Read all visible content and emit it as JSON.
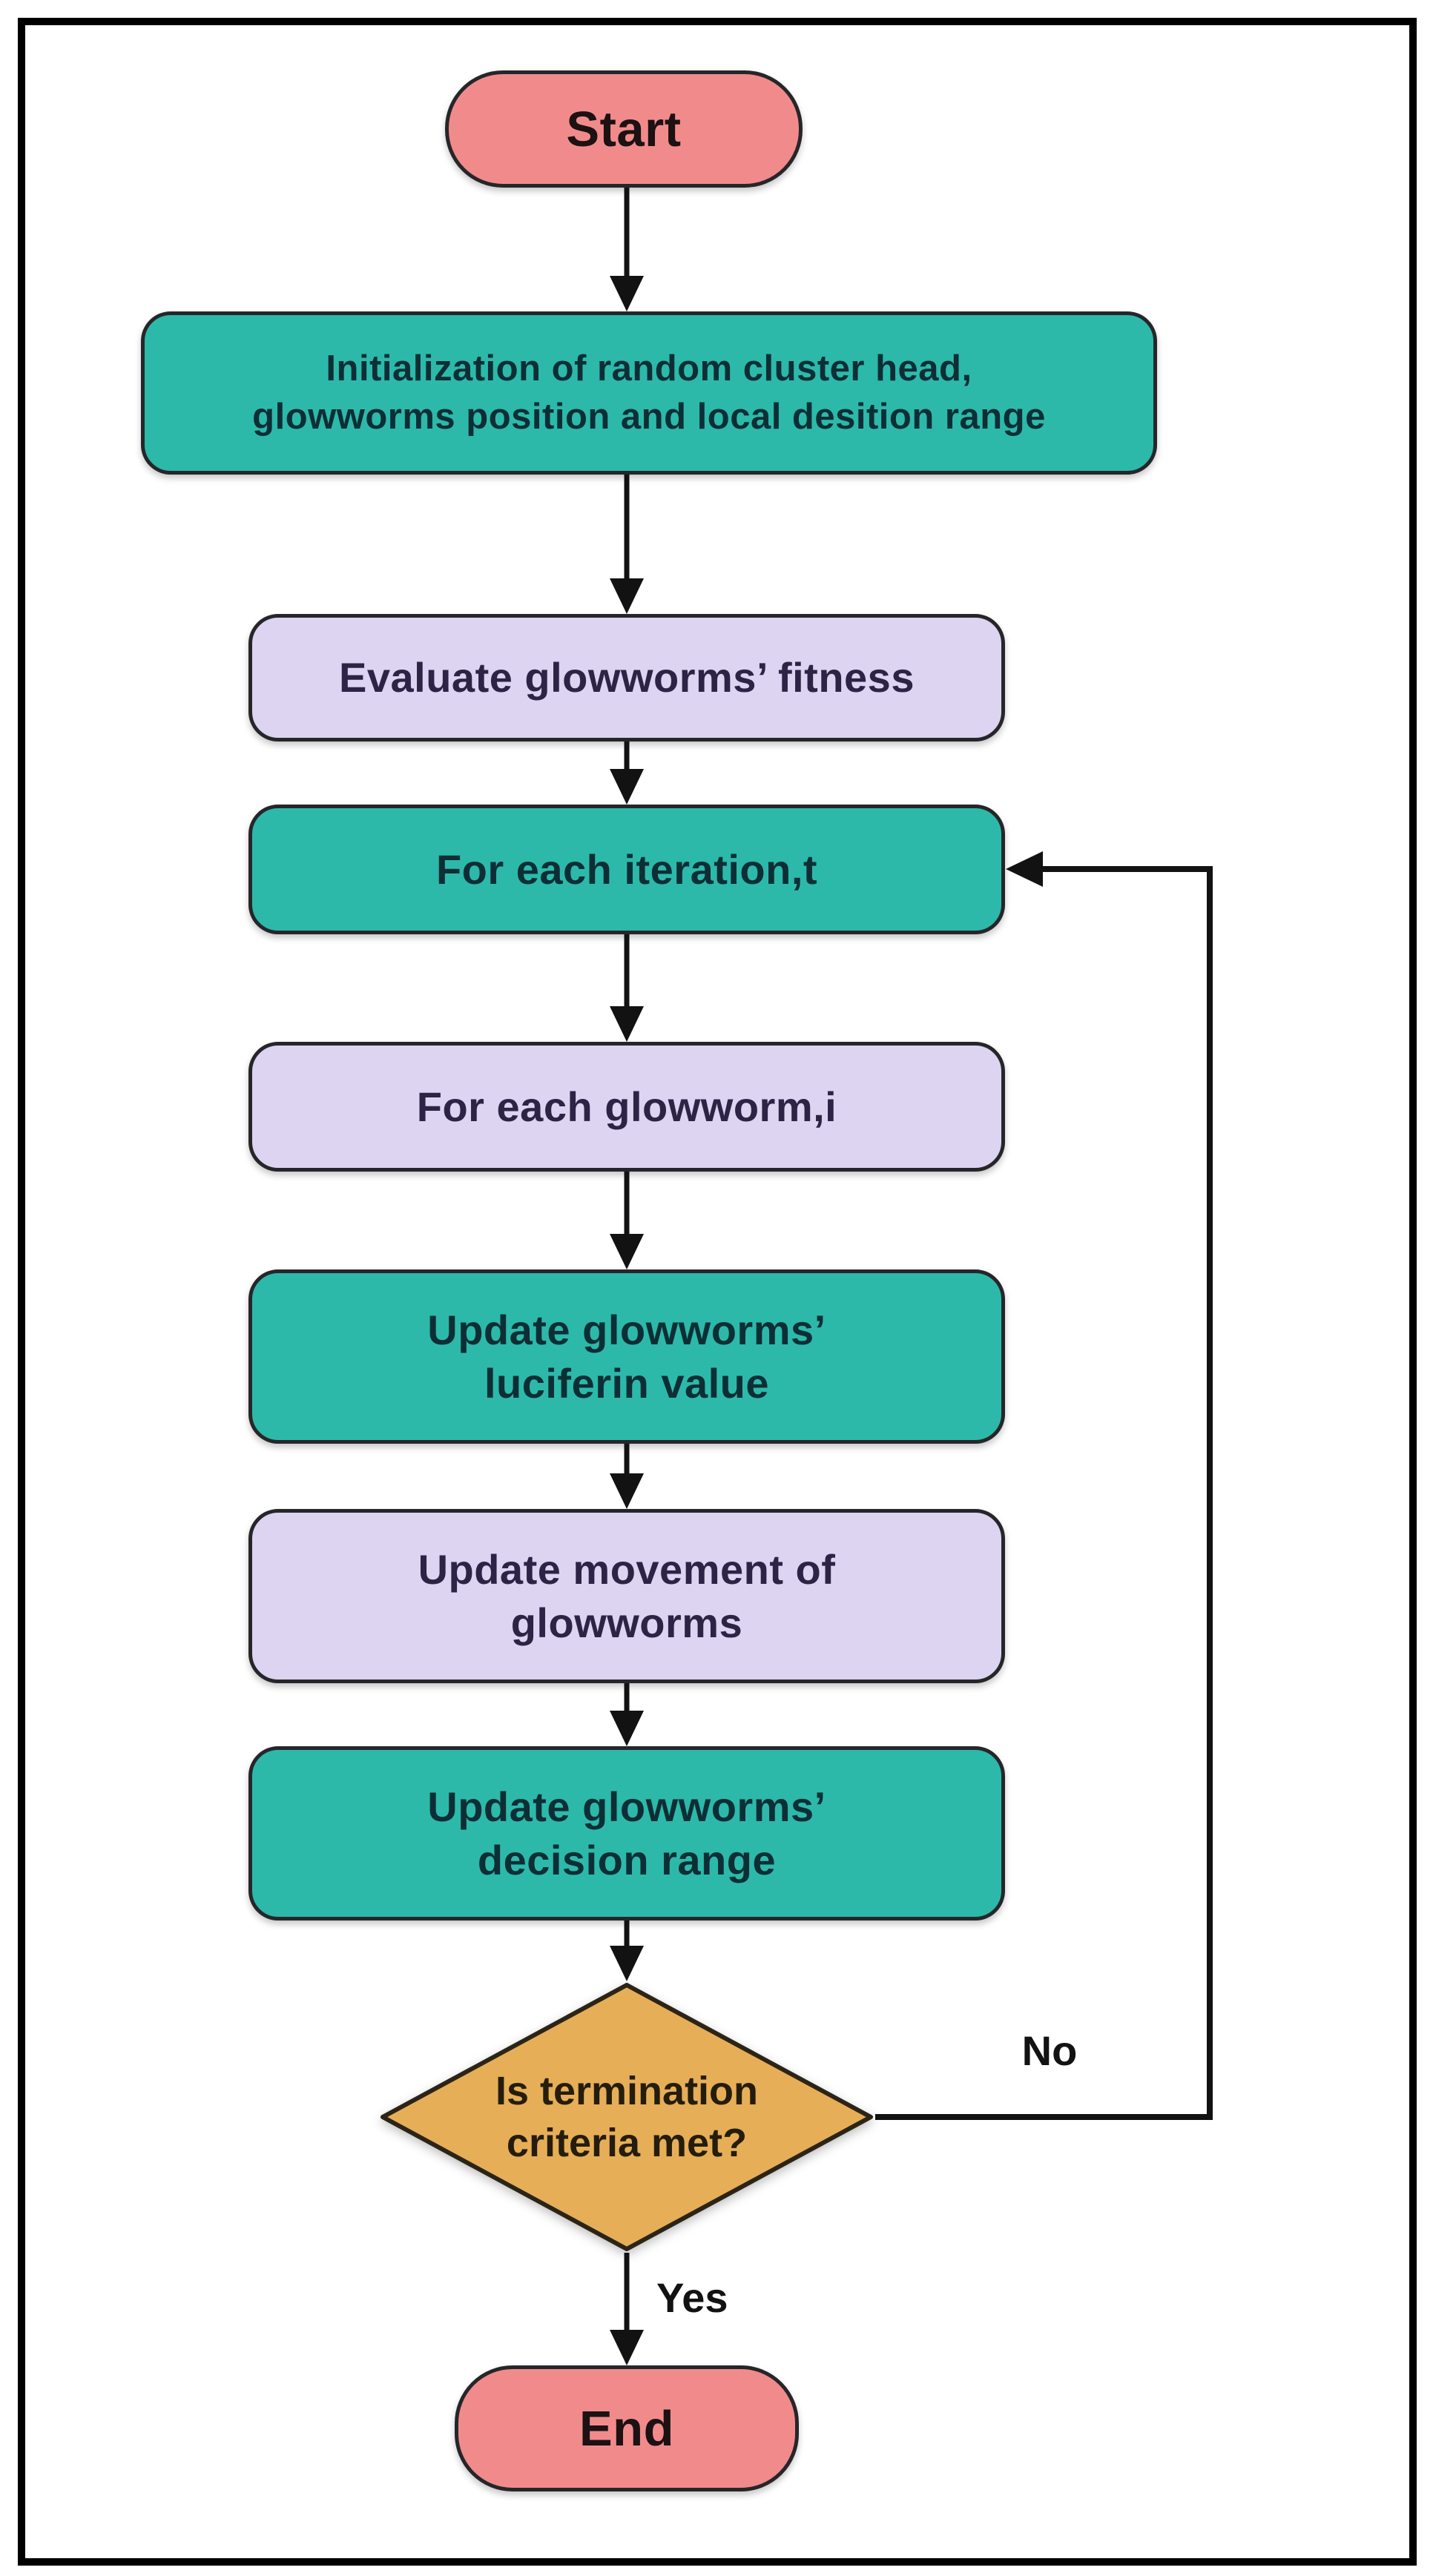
{
  "palette": {
    "teal": "#2cb9aa",
    "lavender": "#dcd4f0",
    "pink": "#f18b8b",
    "orange": "#e7ae58",
    "line": "#121212",
    "frame": "#000000",
    "background": "#ffffff"
  },
  "flow": {
    "nodes": [
      {
        "id": "start",
        "type": "terminator",
        "label": "Start"
      },
      {
        "id": "init",
        "type": "process",
        "label": "Initialization of random cluster head,\nglowworms position and local desition range"
      },
      {
        "id": "evaluate",
        "type": "process",
        "label": "Evaluate glowworms’ fitness"
      },
      {
        "id": "iteration",
        "type": "process",
        "label": "For each iteration,t"
      },
      {
        "id": "glowworm",
        "type": "process",
        "label": "For each glowworm,i"
      },
      {
        "id": "luciferin",
        "type": "process",
        "label": "Update glowworms’\nluciferin value"
      },
      {
        "id": "movement",
        "type": "process",
        "label": "Update movement of\nglowworms"
      },
      {
        "id": "decision_range",
        "type": "process",
        "label": "Update glowworms’\ndecision range"
      },
      {
        "id": "termination",
        "type": "decision",
        "label": "Is termination\ncriteria met?"
      },
      {
        "id": "end",
        "type": "terminator",
        "label": "End"
      }
    ],
    "edge_labels": {
      "no": "No",
      "yes": "Yes"
    }
  }
}
